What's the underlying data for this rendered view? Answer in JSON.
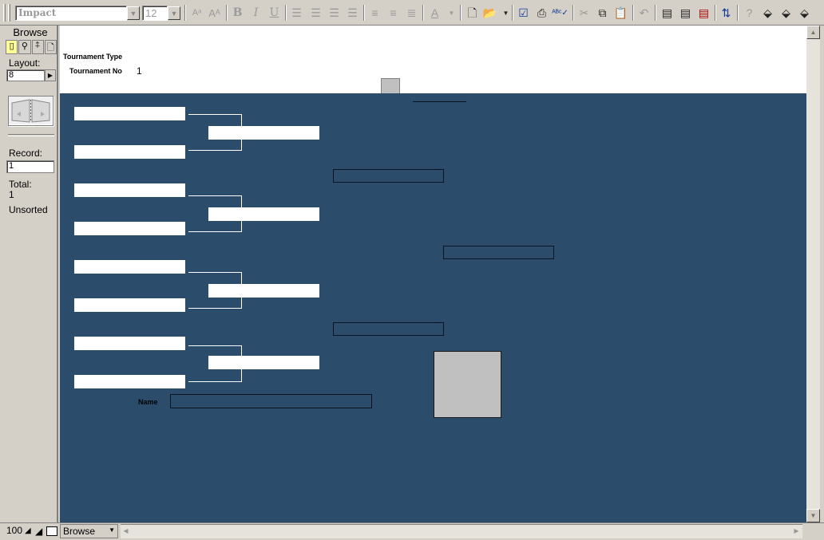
{
  "toolbar": {
    "font_name": "Impact",
    "font_size": "12",
    "icons": [
      "decrease-font-size-icon",
      "increase-font-size-icon",
      "bold-icon",
      "italic-icon",
      "underline-icon",
      "align-left-icon",
      "align-center-icon",
      "align-right-icon",
      "justify-icon",
      "line-spacing-single-icon",
      "line-spacing-half-icon",
      "line-spacing-double-icon",
      "text-color-icon",
      "new-file-icon",
      "open-file-icon",
      "checkmark-icon",
      "print-icon",
      "spellcheck-icon",
      "cut-icon",
      "copy-icon",
      "paste-icon",
      "undo-icon",
      "new-record-icon",
      "duplicate-record-icon",
      "delete-record-icon",
      "sort-icon",
      "help-icon"
    ]
  },
  "status": {
    "mode": "Browse",
    "layout_label": "Layout:",
    "layout_value": "8",
    "record_label": "Record:",
    "record_value": "1",
    "total_label": "Total:",
    "total_value": "1",
    "sort_state": "Unsorted"
  },
  "header": {
    "tournament_type_label": "Tournament Type",
    "tournament_no_label": "Tournament No",
    "tournament_no_value": "1"
  },
  "body": {
    "name_label": "Name"
  },
  "bottom": {
    "zoom": "100",
    "mode_select": "Browse"
  }
}
